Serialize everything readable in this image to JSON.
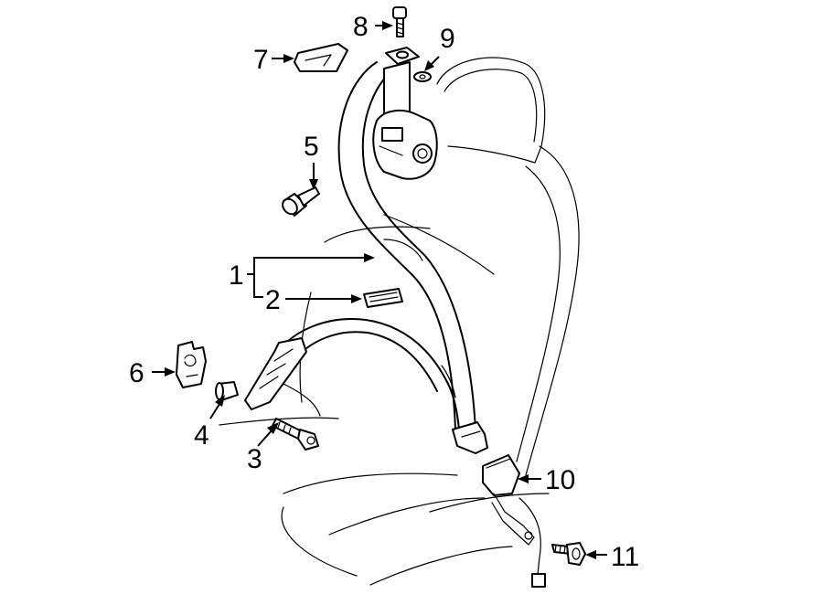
{
  "callouts": [
    {
      "id": "1",
      "label": "1"
    },
    {
      "id": "2",
      "label": "2"
    },
    {
      "id": "3",
      "label": "3"
    },
    {
      "id": "4",
      "label": "4"
    },
    {
      "id": "5",
      "label": "5"
    },
    {
      "id": "6",
      "label": "6"
    },
    {
      "id": "7",
      "label": "7"
    },
    {
      "id": "8",
      "label": "8"
    },
    {
      "id": "9",
      "label": "9"
    },
    {
      "id": "10",
      "label": "10"
    },
    {
      "id": "11",
      "label": "11"
    }
  ],
  "line_color": "#000000",
  "background": "#ffffff"
}
